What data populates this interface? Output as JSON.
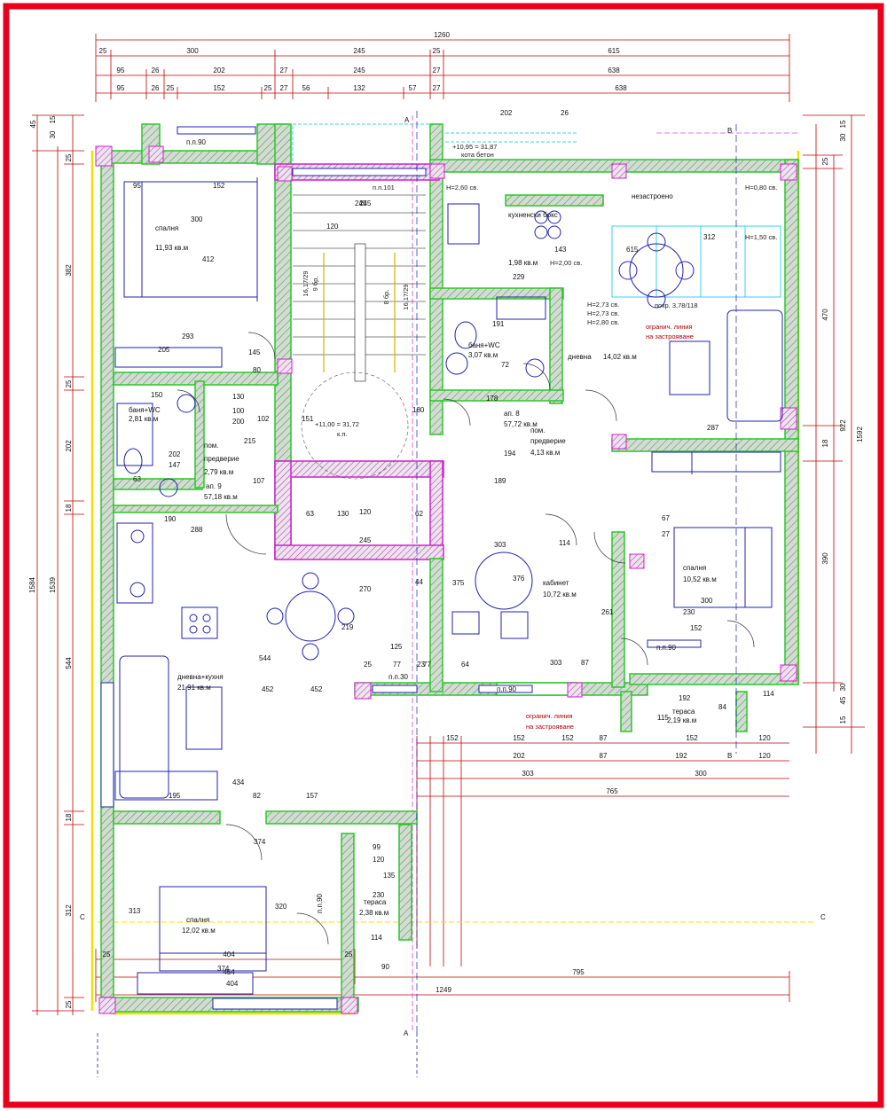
{
  "colors": {
    "frame": "#e8001c",
    "wall_fill": "#c8c8c8",
    "wall_outline": "#28c828",
    "wall_hatch": "#e040e0",
    "dimension": "#c00000",
    "text": "#111111",
    "cyan": "#00c8e8",
    "magenta": "#d020d0",
    "yellow": "#f0e000",
    "blue_furniture": "#2020b0"
  },
  "top_dimensions": {
    "row1": [
      "1260"
    ],
    "row2": [
      "25",
      "300",
      "245",
      "25",
      "615"
    ],
    "row3": [
      "95",
      "26",
      "202",
      "27",
      "245",
      "27",
      "638"
    ],
    "row4": [
      "95",
      "26",
      "25",
      "152",
      "25",
      "27",
      "56",
      "132",
      "57",
      "27",
      "638"
    ]
  },
  "bottom_dimensions": {
    "row1": [
      "25",
      "404",
      "25"
    ],
    "row2": [
      "454",
      "795"
    ],
    "row3": [
      "1249"
    ]
  },
  "left_dimensions": {
    "outer": [
      "1584"
    ],
    "mid": [
      "1539"
    ],
    "inner": [
      "45",
      "30",
      "15",
      "25",
      "382",
      "25",
      "202",
      "18",
      "544",
      "18",
      "312",
      "25"
    ]
  },
  "right_dimensions": {
    "outer": [
      "1592"
    ],
    "mid": [
      "922"
    ],
    "inner": [
      "15",
      "30",
      "25",
      "470",
      "18",
      "390",
      "45",
      "30",
      "15"
    ]
  },
  "middle_dimensions": {
    "under_terrace": [
      "152",
      "152",
      "152",
      "87",
      "152",
      "120"
    ],
    "row_b": [
      "202",
      "87",
      "192",
      "120"
    ],
    "row_c": [
      "303",
      "300"
    ],
    "row_d": [
      "765"
    ]
  },
  "rooms": [
    {
      "id": "bedroom-1",
      "name": "спалня",
      "area": "11,93 кв.м"
    },
    {
      "id": "bath-1",
      "name": "баня+WC",
      "area": "2,81 кв.м"
    },
    {
      "id": "hall-9",
      "name": "пом.",
      "name2": "предверие",
      "area": "2,79 кв.м",
      "apt": "ап. 9",
      "apt_area": "57,18 кв.м"
    },
    {
      "id": "living-kitchen",
      "name": "дневна+кухня",
      "area": "21,91 кв.м"
    },
    {
      "id": "bedroom-3",
      "name": "спалня",
      "area": "12,02 кв.м"
    },
    {
      "id": "terrace-2",
      "name": "тераса",
      "area": "2,38 кв.м"
    },
    {
      "id": "kitchen-box",
      "name": "кухненски бокс",
      "area": "1,98 кв.м"
    },
    {
      "id": "bath-2",
      "name": "баня+WC",
      "area": "3,07 кв.м"
    },
    {
      "id": "hall-8",
      "name": "пом.",
      "name2": "предверие",
      "area": "4,13 кв.м",
      "apt": "ап. 8",
      "apt_area": "57,72 кв.м"
    },
    {
      "id": "living-2",
      "name": "дневна",
      "area": "14,02 кв.м"
    },
    {
      "id": "office",
      "name": "кабинет",
      "area": "10,72 кв.м"
    },
    {
      "id": "bedroom-2",
      "name": "спалня",
      "area": "10,52 кв.м"
    },
    {
      "id": "terrace-1",
      "name": "тераса",
      "area": "2,19 кв.м"
    },
    {
      "id": "unbuilt",
      "name": "незастроено"
    }
  ],
  "levels": {
    "top_level": "+10,95 = 31,87",
    "top_level_label": "кота бетон",
    "center_level": "+11,00 = 31,72",
    "center_level_label": "к.п.",
    "landing": "п.п.101",
    "stairs_1": "9 бр.",
    "stairs_1b": "16,17/29",
    "stairs_2": "8 бр.",
    "stairs_2b": "16,17/29",
    "roof_label": "покр. 3,78/118"
  },
  "notes": {
    "limit_line_1": "огранич. линия",
    "limit_line_1b": "на застрояване",
    "limit_line_2": "огранич. линия",
    "limit_line_2b": "на застрояване",
    "height_1": "H=2,60 св.",
    "height_2": "H=0,80 св.",
    "height_3": "H=1,50 св.",
    "height_4": "H=2,00 св.",
    "height_5": "H=2,73 св.",
    "height_6": "H=2,73 св.",
    "height_7": "H=2,80 св."
  },
  "section_marks": {
    "a": "A",
    "b": "B",
    "c": "C"
  },
  "window_labels": [
    "п.п.90",
    "п.п.90",
    "п.п.90",
    "п.п.90",
    "п.п.30"
  ],
  "inner_dims": [
    "300",
    "412",
    "293",
    "205",
    "95",
    "152",
    "150",
    "147",
    "202",
    "63",
    "190",
    "288",
    "130",
    "100",
    "200",
    "215",
    "107",
    "102",
    "145",
    "80",
    "245",
    "120",
    "180",
    "151",
    "63",
    "62",
    "130",
    "245",
    "270",
    "219",
    "452",
    "452",
    "544",
    "434",
    "195",
    "82",
    "157",
    "374",
    "374",
    "313",
    "320",
    "404",
    "230",
    "114",
    "120",
    "99",
    "135",
    "90",
    "178",
    "191",
    "72",
    "229",
    "194",
    "189",
    "303",
    "376",
    "375",
    "114",
    "303",
    "87",
    "287",
    "312",
    "202",
    "26",
    "245",
    "120",
    "615",
    "143",
    "300",
    "230",
    "261",
    "27",
    "67",
    "152",
    "192",
    "84",
    "115",
    "114",
    "44",
    "77",
    "77",
    "23",
    "64",
    "25",
    "125"
  ]
}
